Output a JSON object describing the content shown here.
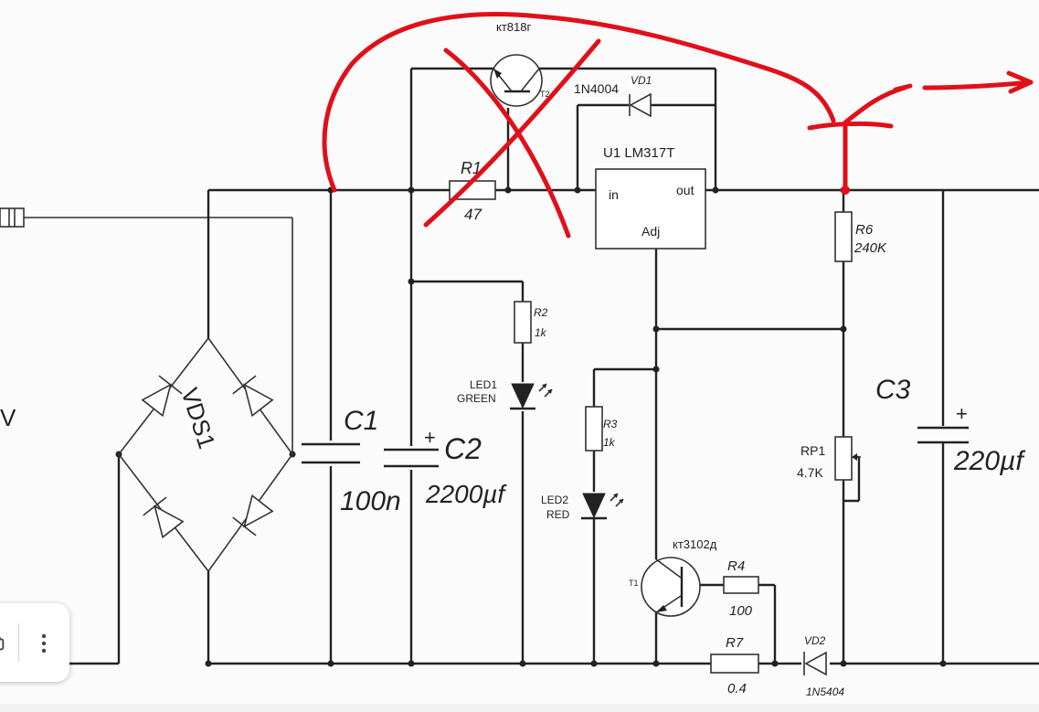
{
  "components": {
    "t2": {
      "type": "кт818г",
      "ref": "T2"
    },
    "vd1": {
      "ref": "VD1",
      "type": "1N4004"
    },
    "u1": {
      "title": "U1 LM317T",
      "in": "in",
      "out": "out",
      "adj": "Adj"
    },
    "r1": {
      "ref": "R1",
      "value": "47"
    },
    "r2": {
      "ref": "R2",
      "value": "1k"
    },
    "r3": {
      "ref": "R3",
      "value": "1k"
    },
    "r4": {
      "ref": "R4",
      "value": "100"
    },
    "r6": {
      "ref": "R6",
      "value": "240K"
    },
    "r7": {
      "ref": "R7",
      "value": "0.4"
    },
    "rp1": {
      "ref": "RP1",
      "value": "4.7K"
    },
    "led1": {
      "ref": "LED1",
      "color": "GREEN"
    },
    "led2": {
      "ref": "LED2",
      "color": "RED"
    },
    "t1": {
      "ref": "T1",
      "type": "кт3102д"
    },
    "vd2": {
      "ref": "VD2",
      "type": "1N5404"
    },
    "c1": {
      "ref": "C1",
      "value": "100n"
    },
    "c2": {
      "ref": "C2",
      "value": "2200µf"
    },
    "c3": {
      "ref": "C3",
      "value": "220µf"
    },
    "vds1": {
      "ref": "VDS1"
    },
    "left_edge": {
      "text": "V"
    }
  },
  "colors": {
    "wire": "#222222",
    "annotation": "#e0101a"
  },
  "toolbar": {
    "icons": [
      "camera-icon",
      "more-vert-icon"
    ]
  }
}
